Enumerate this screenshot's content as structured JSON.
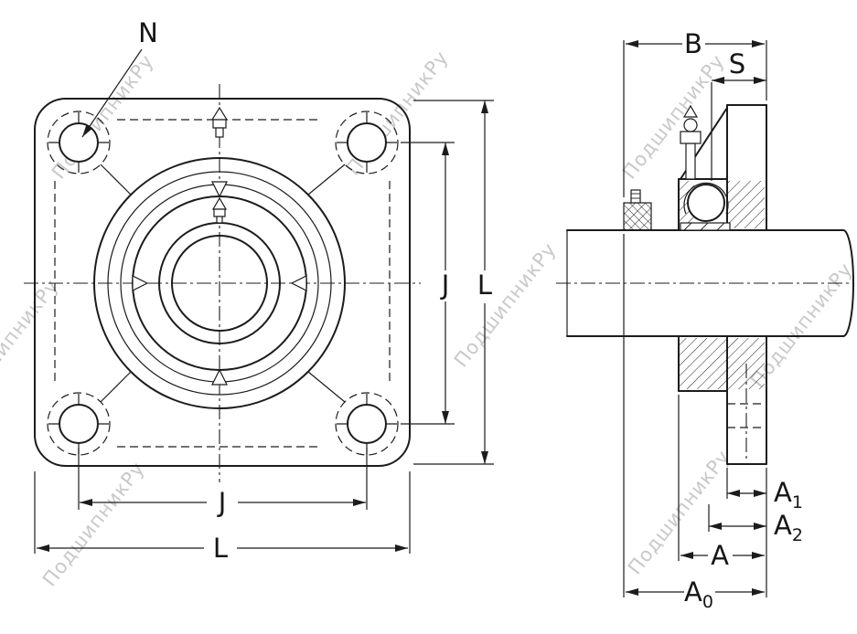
{
  "watermark": {
    "text": "ПодшипникРу"
  },
  "colors": {
    "line": "#1c1c1c",
    "watermark": "#c9c9c9",
    "background": "#ffffff"
  },
  "dims": {
    "n": "N",
    "j": "J",
    "l": "L",
    "b": "B",
    "s": "S",
    "a": "A",
    "a0_main": "A",
    "a0_sub": "0",
    "a1_main": "A",
    "a1_sub": "1",
    "a2_main": "A",
    "a2_sub": "2"
  }
}
